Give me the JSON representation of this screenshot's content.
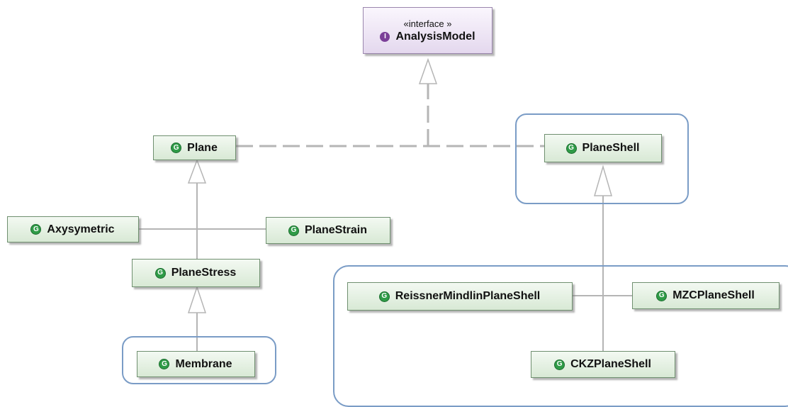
{
  "colors": {
    "class_icon": "#2f9b47",
    "interface_icon": "#7b3f98",
    "frame": "#7a9cc6",
    "edge": "#b5b5b5"
  },
  "interface": {
    "stereotype": "«interface »",
    "icon": "I",
    "name": "AnalysisModel"
  },
  "classes": {
    "class_icon": "G",
    "plane": "Plane",
    "plane_shell": "PlaneShell",
    "axysymetric": "Axysymetric",
    "plane_strain": "PlaneStrain",
    "plane_stress": "PlaneStress",
    "membrane": "Membrane",
    "reissner": "ReissnerMindlinPlaneShell",
    "mzc": "MZCPlaneShell",
    "ckz": "CKZPlaneShell"
  }
}
